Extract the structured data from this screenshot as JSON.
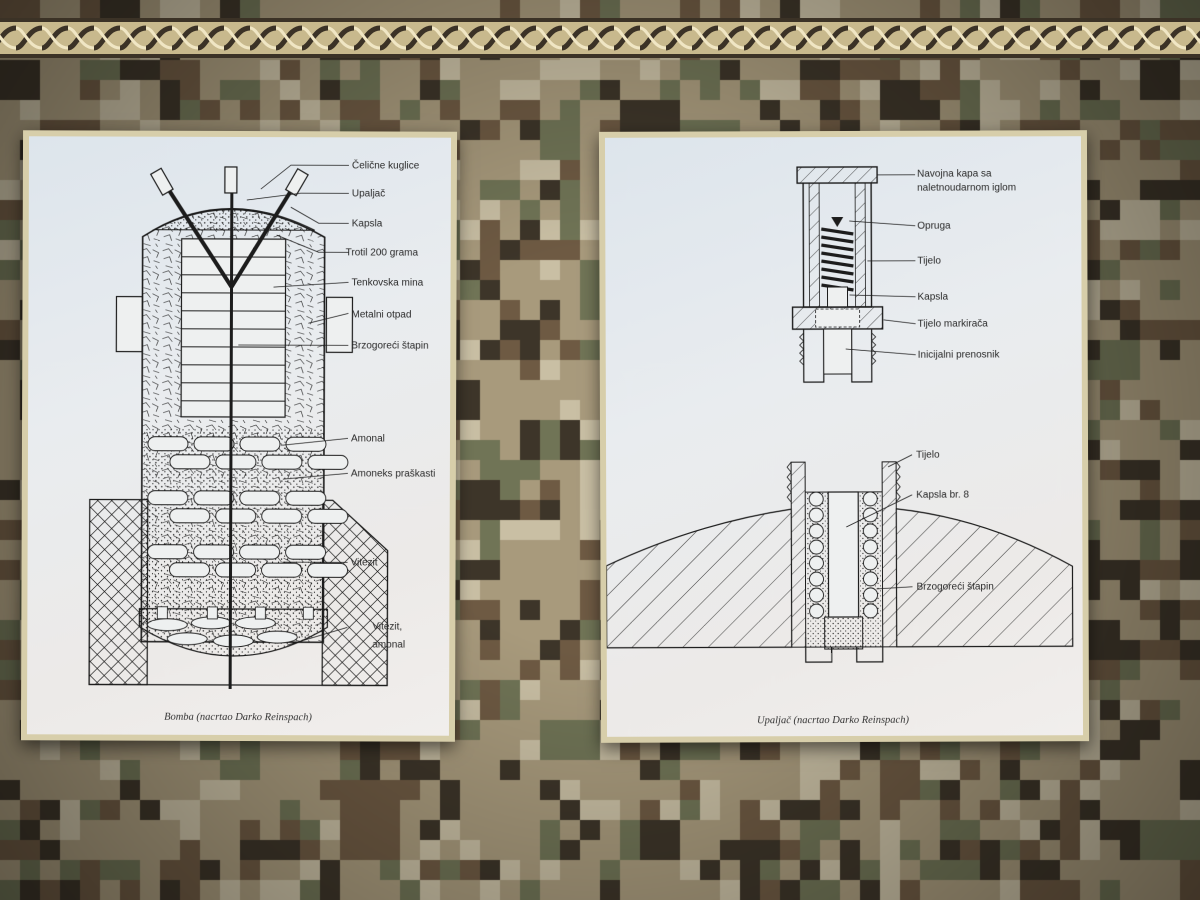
{
  "left_panel": {
    "labels": [
      "Čelične kuglice",
      "Upaljač",
      "Kapsla",
      "Trotil 200 grama",
      "Tenkovska mina",
      "Metalni otpad",
      "Brzogoreći štapin",
      "Amonal",
      "Amoneks praškasti",
      "Vitezit",
      "Vitezit,",
      "amonal"
    ],
    "caption": "Bomba (nacrtao Darko Reinspach)"
  },
  "right_panel": {
    "top_labels": [
      "Navojna kapa sa",
      "naletnoudarnom iglom",
      "Opruga",
      "Tijelo",
      "Kapsla",
      "Tijelo markirača",
      "Inicijalni prenosnik"
    ],
    "bottom_labels": [
      "Tijelo",
      "Kapsla br. 8",
      "Brzogoreći štapin"
    ],
    "caption": "Upaljač (nacrtao Darko Reinspach)"
  },
  "colors": {
    "camo_dark": "#3d3529",
    "camo_brown": "#6e5a43",
    "camo_tan": "#a89a7c",
    "camo_light": "#c9bfa4",
    "camo_green": "#707456",
    "frame": "#d7ceaa",
    "paper": "#e6e9ea",
    "ink": "#1c1c1c"
  }
}
